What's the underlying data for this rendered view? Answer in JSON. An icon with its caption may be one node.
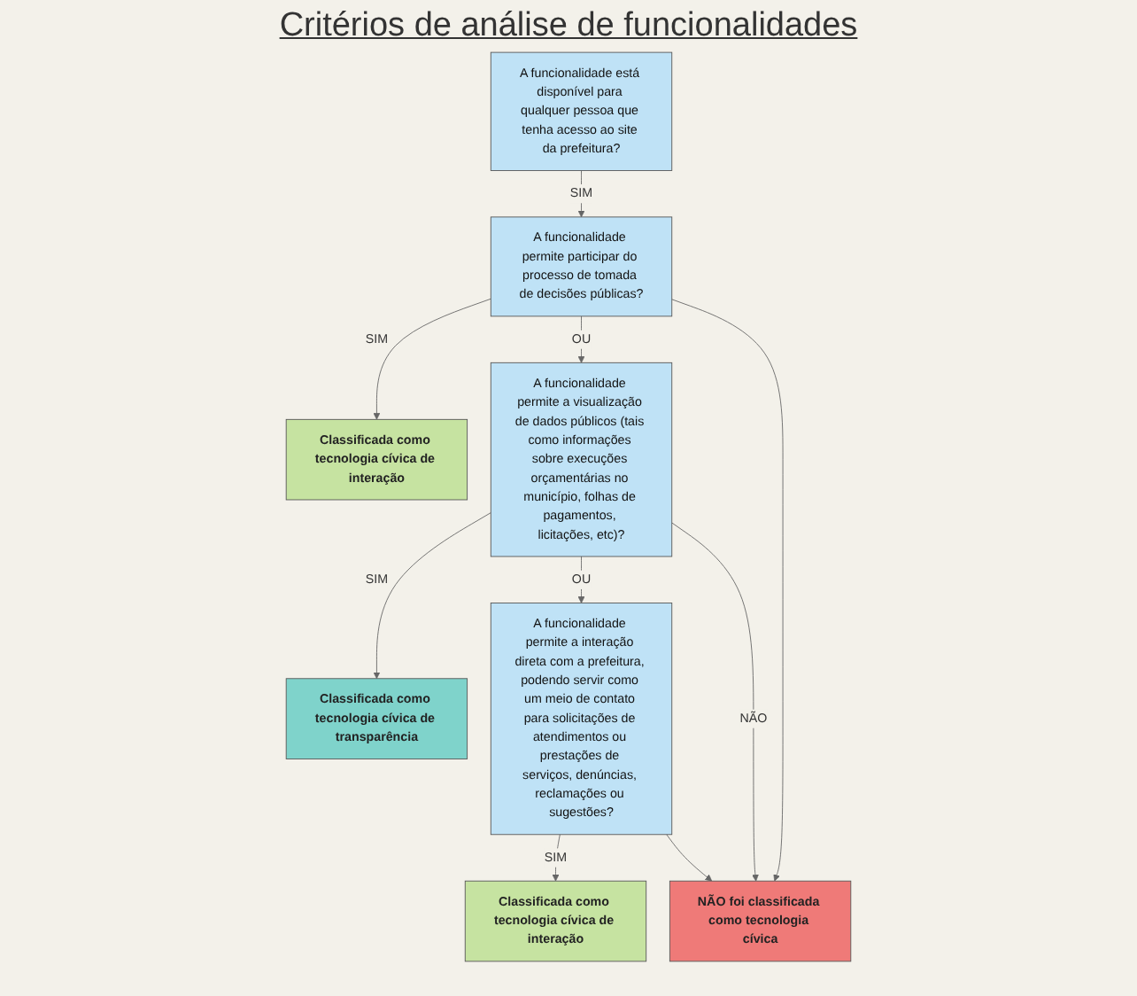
{
  "diagram": {
    "title": "Critérios de análise de funcionalidades",
    "nodes": [
      {
        "text": [
          "A funcionalidade está disponível para qualquer pessoa que tenha acesso ao site da prefeitura?"
        ]
      },
      {
        "text": [
          "A funcionalidade permite participar do processo de tomada de decisões públicas?"
        ]
      },
      {
        "text": [
          "Classificada como tecnologia cívica de interação"
        ]
      },
      {
        "text": [
          "NÃO foi classificada como tecnologia cívica"
        ]
      },
      {
        "text": [
          "A funcionalidade permite a visualização de dados públicos (tais como informações sobre execuções orçamentárias no município, folhas de pagamentos, licitações, etc)?"
        ]
      },
      {
        "text": [
          "Classificada como tecnologia cívica de transparência"
        ]
      },
      {
        "text": [
          "A funcionalidade permite a interação direta com a prefeitura, podendo servir como um meio de contato para solicitações de atendimentos ou prestações de serviços, denúncias, reclamações ou sugestões?"
        ]
      },
      {
        "text": [
          "Classificada como tecnologia cívica de interação"
        ]
      }
    ],
    "edges": [
      {
        "from": 0,
        "to": 1,
        "arrow": "to",
        "label": "SIM"
      },
      {
        "from": 1,
        "to": 2,
        "arrow": "to",
        "label": "SIM"
      },
      {
        "from": 1,
        "to": 4,
        "arrow": "to",
        "label": "OU"
      },
      {
        "from": 4,
        "to": 5,
        "arrow": "to",
        "label": "SIM"
      },
      {
        "from": 4,
        "to": 6,
        "arrow": "to",
        "label": "OU"
      },
      {
        "from": 6,
        "to": 7,
        "arrow": "to",
        "label": "SIM"
      },
      {
        "from": 1,
        "to": 3,
        "arrow": "to"
      },
      {
        "from": 4,
        "to": 3,
        "arrow": "to",
        "label": "NÃO"
      },
      {
        "from": 6,
        "to": 3,
        "arrow": "to"
      }
    ]
  }
}
